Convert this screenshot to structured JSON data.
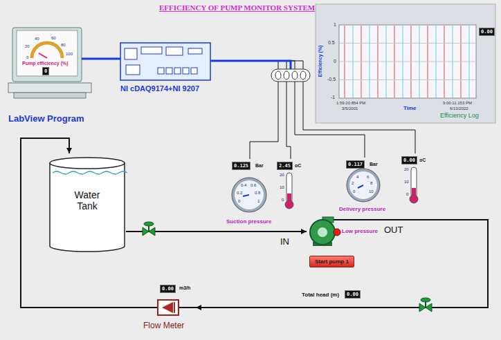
{
  "diagram": {
    "title": "EFFICIENCY OF PUMP MONITOR SYSTEM",
    "nodes": [
      {
        "text": [
          "Pump efficiency (%)",
          "0",
          "LabView Program"
        ]
      },
      {
        "text": [
          "NI cDAQ9174+NI 9207"
        ]
      },
      {
        "text": [
          "Efficiency Log"
        ]
      },
      {
        "text": [
          "0.125",
          "Bar",
          "Suction pressure"
        ]
      },
      {
        "text": [
          "2.45",
          "oC"
        ]
      },
      {
        "text": [
          "0.117",
          "Bar",
          "Delivery pressure"
        ]
      },
      {
        "text": [
          "0.00",
          "oC"
        ]
      },
      {
        "text": [
          "Water Tank"
        ]
      },
      {
        "text": [
          "Low pressure"
        ]
      },
      {
        "text": [
          "Start pump 1"
        ]
      },
      {
        "text": [
          "Total head (m)",
          "0.00"
        ]
      },
      {
        "text": [
          "0.00",
          "m3/h",
          "Flow Meter"
        ]
      }
    ],
    "edges": [
      {
        "from": 0,
        "to": 1,
        "arrow": "none"
      },
      {
        "from": 1,
        "to": 3,
        "arrow": "none"
      },
      {
        "from": 1,
        "to": 4,
        "arrow": "none"
      },
      {
        "from": 1,
        "to": 5,
        "arrow": "none"
      },
      {
        "from": 1,
        "to": 6,
        "arrow": "none"
      },
      {
        "from": 7,
        "to": 8,
        "arrow": "to"
      },
      {
        "from": 8,
        "to": 11,
        "arrow": "to"
      },
      {
        "from": 11,
        "to": 7,
        "arrow": "to"
      }
    ],
    "labels": [
      "IN",
      "OUT",
      "0",
      "20",
      "40",
      "60",
      "80",
      "100",
      "1",
      "0.5",
      "0",
      "-0.5",
      "-1",
      "Efficiency (%)",
      "Time",
      "1:59:20.854 PM",
      "3/5/2001",
      "9:00:11.153 PM",
      "6/13/2022",
      "0.00",
      "0",
      "0.2",
      "0.4",
      "0.6",
      "0.8",
      "1",
      "20",
      "10",
      "0",
      "0",
      "2",
      "4",
      "6",
      "8",
      "10",
      "20",
      "10",
      "0"
    ]
  }
}
